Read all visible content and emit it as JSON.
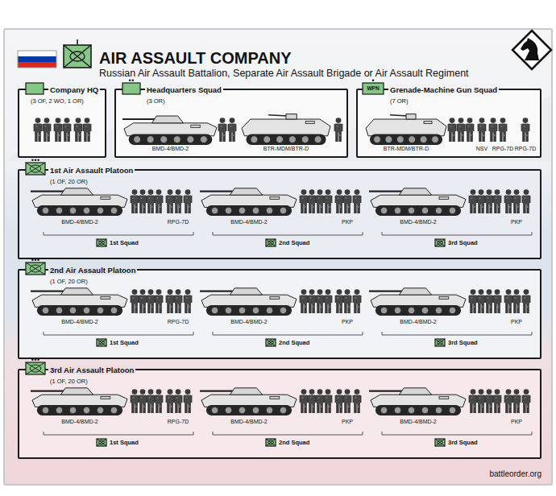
{
  "diagram": {
    "title": "AIR ASSAULT COMPANY",
    "nodes": [
      {
        "text": [
          "Company HQ",
          "(3 OF, 2 WO, 1 OR)"
        ]
      },
      {
        "text": [
          "Headquarters Squad",
          "(3 OR)"
        ]
      },
      {
        "text": [
          "Grenade-Machine Gun Squad",
          "(7 OR)"
        ]
      },
      {
        "text": [
          "1st Air Assault Platoon",
          "(1 OF, 20 OR)"
        ]
      },
      {
        "text": [
          "2nd Air Assault Platoon",
          "(1 OF, 20 OR)"
        ]
      },
      {
        "text": [
          "3rd Air Assault Platoon",
          "(1 OF, 20 OR)"
        ]
      }
    ],
    "labels": [
      "Russian Air Assault Battalion, Separate Air Assault Brigade or Air Assault Regiment",
      "BMD-4/BMD-2",
      "BTR-MDM/BTR-D",
      "WPN",
      "BTR-MDM/BTR-D",
      "NSV",
      "RPG-7D",
      "RPG-7D",
      "BMD-4/BMD-2",
      "RPG-7D",
      "BMD-4/BMD-2",
      "PKP",
      "BMD-4/BMD-2",
      "PKP",
      "1st Squad",
      "2nd Squad",
      "3rd Squad",
      "BMD-4/BMD-2",
      "RPG-7D",
      "BMD-4/BMD-2",
      "PKP",
      "BMD-4/BMD-2",
      "PKP",
      "1st Squad",
      "2nd Squad",
      "3rd Squad",
      "BMD-4/BMD-2",
      "RPG-7D",
      "BMD-4/BMD-2",
      "PKP",
      "BMD-4/BMD-2",
      "PKP",
      "1st Squad",
      "2nd Squad",
      "3rd Squad",
      "battleorder.org"
    ]
  }
}
